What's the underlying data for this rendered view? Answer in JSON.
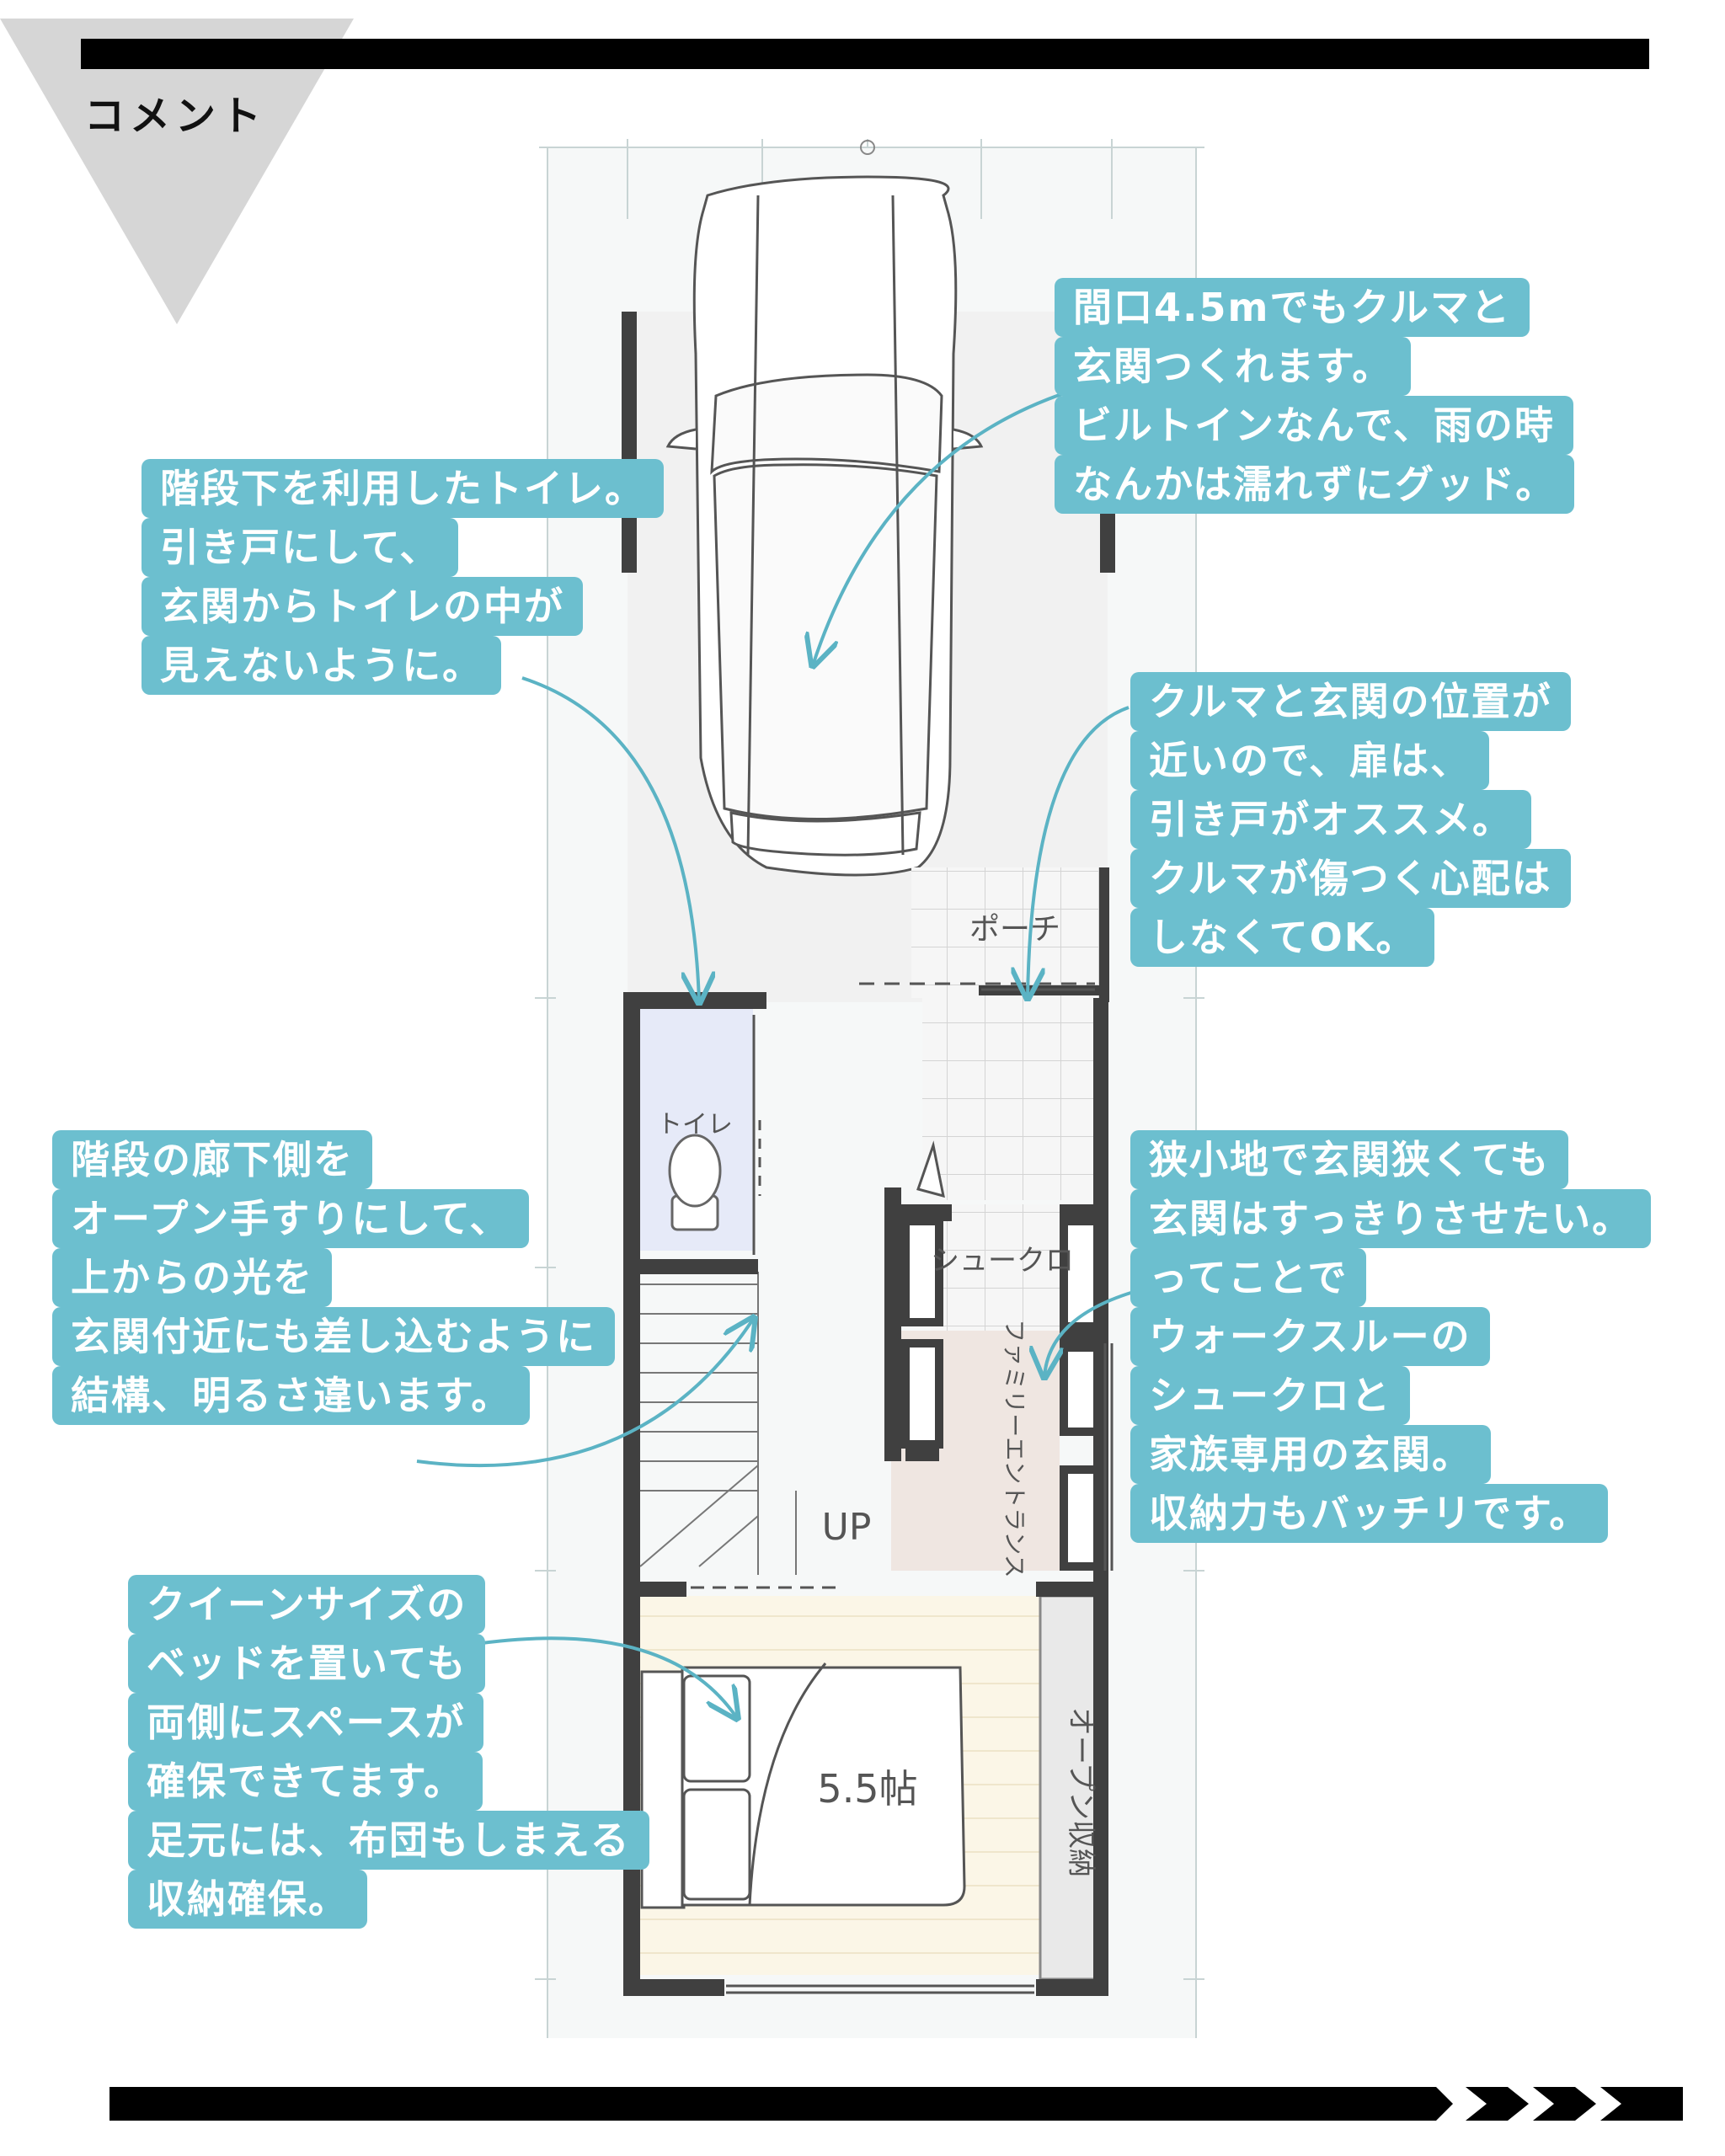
{
  "header": {
    "label": "コメント"
  },
  "plan": {
    "rooms": {
      "porch": "ポーチ",
      "toilet": "トイレ",
      "shoe_closet": "シュークロ",
      "family_entrance": "ファミリーエントランス",
      "stairs_up": "UP",
      "bedroom_size": "5.5帖",
      "open_storage": "オープン収納"
    }
  },
  "callouts": {
    "frontage": [
      "間口4.5mでもクルマと",
      "玄関つくれます。",
      "ビルトインなんで、雨の時",
      "なんかは濡れずにグッド。"
    ],
    "toilet": [
      "階段下を利用したトイレ。",
      "引き戸にして、",
      "玄関からトイレの中が",
      "見えないように。"
    ],
    "door": [
      "クルマと玄関の位置が",
      "近いので、扉は、",
      "引き戸がオススメ。",
      "クルマが傷つく心配は",
      "しなくてOK。"
    ],
    "stairs": [
      "階段の廊下側を",
      "オープン手すりにして、",
      "上からの光を",
      "玄関付近にも差し込むように",
      "結構、明るさ違います。"
    ],
    "entrance": [
      "狭小地で玄関狭くても",
      "玄関はすっきりさせたい。",
      "ってことで",
      "ウォークスルーの",
      "シュークロと",
      "家族専用の玄関。",
      "収納力もバッチリです。"
    ],
    "bed": [
      "クイーンサイズの",
      "ベッドを置いても",
      "両側にスペースが",
      "確保できてます。",
      "足元には、布団もしまえる",
      "収納確保。"
    ]
  },
  "colors": {
    "callout_bg": "#6cbfcf",
    "arrow": "#5bb3c4",
    "toilet_floor": "#e6eaf8",
    "entrance_floor": "#efe6e1",
    "bedroom_floor": "#fbf6e7",
    "wall": "#404040",
    "header_triangle": "#d6d6d6"
  }
}
